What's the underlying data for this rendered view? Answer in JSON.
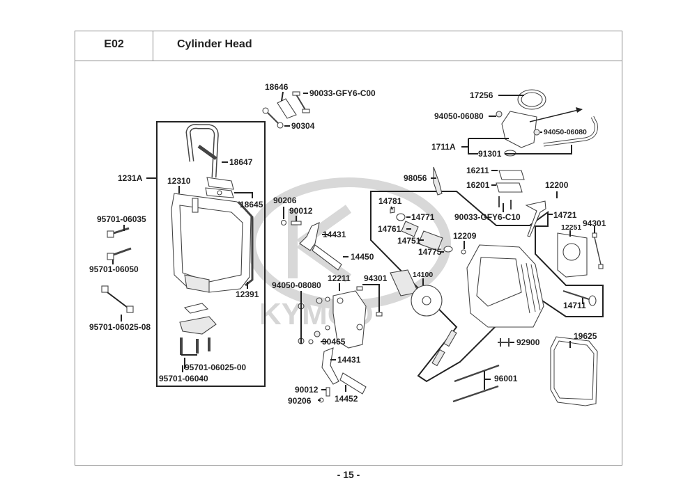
{
  "header": {
    "section_code": "E02",
    "title": "Cylinder Head"
  },
  "watermark": {
    "brand": "KYMCO"
  },
  "page": {
    "number_label": "- 15 -"
  },
  "groups": {
    "cylinder_head_cover": "1231A",
    "valve_train": "12200",
    "inlet_pipe": "1711A"
  },
  "parts": {
    "p18646": "18646",
    "p90033_c00": "90033-GFY6-C00",
    "p90304": "90304",
    "p17256": "17256",
    "p94050_06080_a": "94050-06080",
    "p94050_06080_b": "94050-06080",
    "p1711A": "1711A",
    "p91301": "91301",
    "p18647": "18647",
    "p1231A": "1231A",
    "p12310": "12310",
    "p18645": "18645",
    "p98056": "98056",
    "p16211": "16211",
    "p16201": "16201",
    "p90033_c10": "90033-GFY6-C10",
    "p12200": "12200",
    "p14721": "14721",
    "p12251": "12251",
    "p94301_a": "94301",
    "p95701_06035": "95701-06035",
    "p95701_06050": "95701-06050",
    "p95701_06025_08": "95701-06025-08",
    "p12391": "12391",
    "p90206_a": "90206",
    "p90012_a": "90012",
    "p14431_a": "14431",
    "p14450": "14450",
    "p14781": "14781",
    "p14771": "14771",
    "p14761": "14761",
    "p14751": "14751",
    "p14775": "14775",
    "p12209": "12209",
    "p14711": "14711",
    "p94050_08080": "94050-08080",
    "p12211": "12211",
    "p94301_b": "94301",
    "p14100": "14100",
    "p90465": "90465",
    "p95701_06025_00": "95701-06025-00",
    "p95701_06040": "95701-06040",
    "p14431_b": "14431",
    "p90012_b": "90012",
    "p90206_b": "90206",
    "p14452": "14452",
    "p92900": "92900",
    "p96001": "96001",
    "p19625": "19625"
  }
}
